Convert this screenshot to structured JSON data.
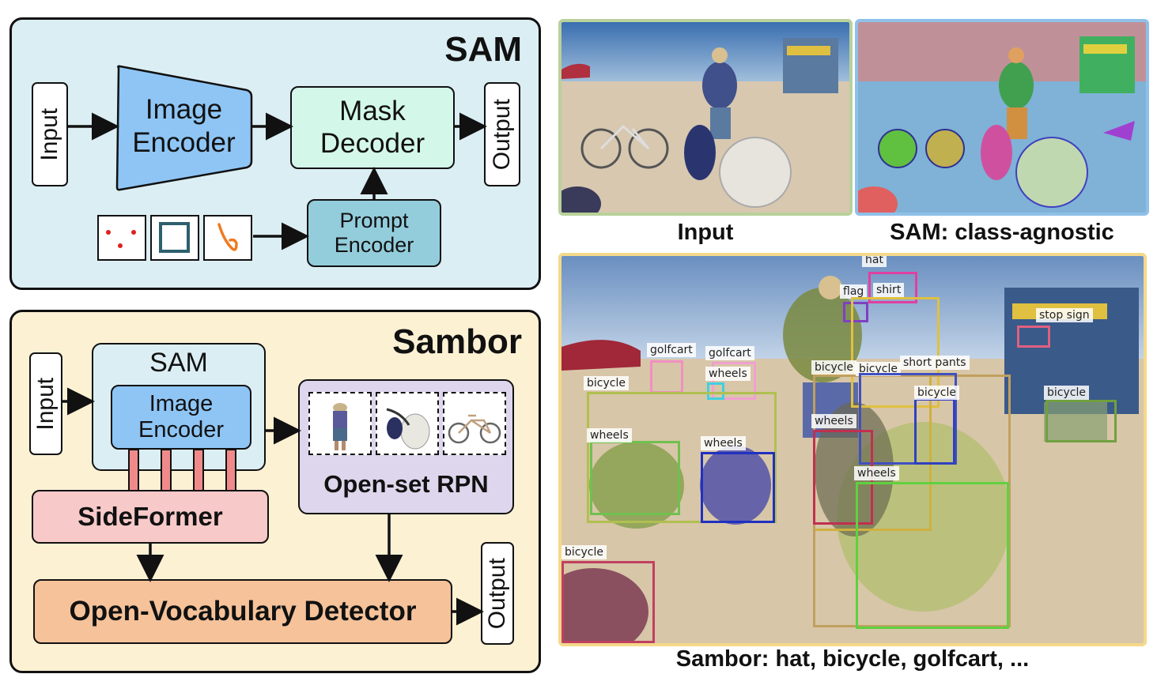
{
  "sam_panel": {
    "title": "SAM",
    "input_label": "Input",
    "image_encoder_label": "Image\nEncoder",
    "mask_decoder_label": "Mask\nDecoder",
    "output_label": "Output",
    "prompt_encoder_label": "Prompt\nEncoder",
    "prompt_icons": [
      "points-prompt-icon",
      "box-prompt-icon",
      "scribble-prompt-icon"
    ]
  },
  "sambor_panel": {
    "title": "Sambor",
    "input_label": "Input",
    "sam_label": "SAM",
    "image_encoder_label": "Image\nEncoder",
    "sideformer_label": "SideFormer",
    "rpn_label": "Open-set RPN",
    "detector_label": "Open-Vocabulary Detector",
    "output_label": "Output"
  },
  "images": {
    "input_caption": "Input",
    "sam_caption": "SAM: class-agnostic",
    "sambor_caption": "Sambor: hat, bicycle, golfcart, ...",
    "detections": [
      {
        "label": "hat",
        "color": "#e040a0"
      },
      {
        "label": "flag",
        "color": "#8040c0"
      },
      {
        "label": "shirt",
        "color": "#e0c040"
      },
      {
        "label": "stop sign",
        "color": "#e06080"
      },
      {
        "label": "golfcart",
        "color": "#f090c0"
      },
      {
        "label": "golfcart",
        "color": "#f0a0d0"
      },
      {
        "label": "wheels",
        "color": "#40d0e0"
      },
      {
        "label": "bicycle",
        "color": "#b0c050"
      },
      {
        "label": "bicycle",
        "color": "#d0b040"
      },
      {
        "label": "bicycle",
        "color": "#c0a060"
      },
      {
        "label": "short pants",
        "color": "#4050c0"
      },
      {
        "label": "bicycle",
        "color": "#3040c0"
      },
      {
        "label": "bicycle",
        "color": "#70a040"
      },
      {
        "label": "wheels",
        "color": "#70c050"
      },
      {
        "label": "wheels",
        "color": "#2030c0"
      },
      {
        "label": "wheels",
        "color": "#c03050"
      },
      {
        "label": "wheels",
        "color": "#60d040"
      },
      {
        "label": "bicycle",
        "color": "#c04060"
      }
    ]
  },
  "colors": {
    "sam_bg": "#dbeef3",
    "sambor_bg": "#fdf1d4",
    "encoder": "#8ec5f5",
    "mask_decoder": "#d3f8ea",
    "prompt_encoder": "#93cddc",
    "sideformer": "#f8c9c9",
    "rpn": "#ddd6ec",
    "detector": "#f5c29a",
    "tap": "#f08a8a"
  }
}
